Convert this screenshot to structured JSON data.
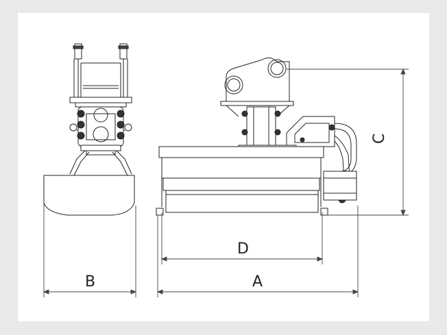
{
  "drawing": {
    "dimensions": [
      {
        "id": "A",
        "label": "A"
      },
      {
        "id": "B",
        "label": "B"
      },
      {
        "id": "C",
        "label": "C"
      },
      {
        "id": "D",
        "label": "D"
      }
    ],
    "colors": {
      "background": "#e9e9e9",
      "sheet": "#ffffff",
      "line": "#222222"
    }
  }
}
